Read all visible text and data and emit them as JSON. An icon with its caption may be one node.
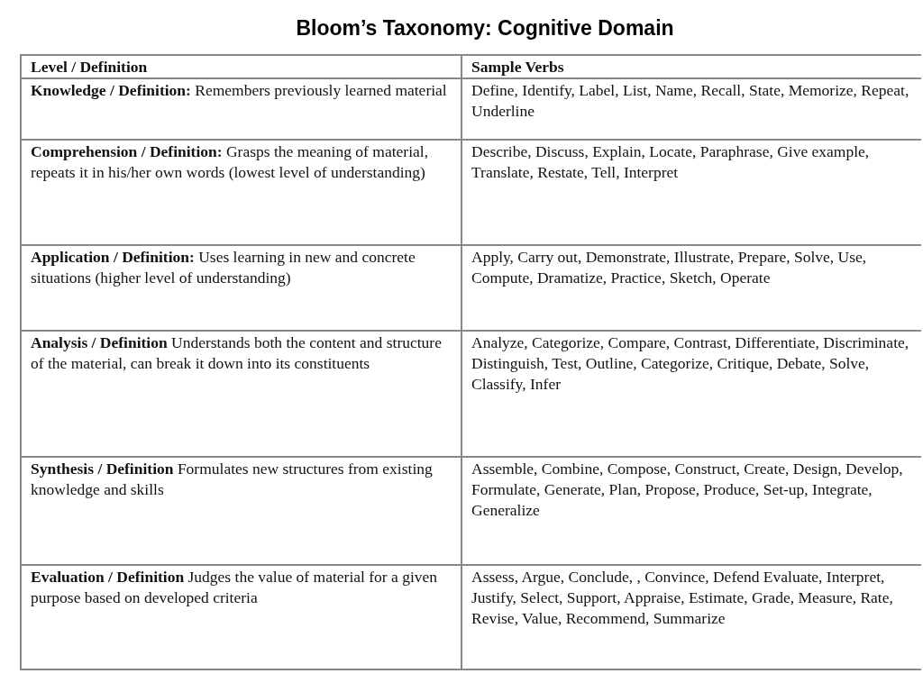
{
  "diagram": {
    "title": "Bloom’s Taxonomy: Cognitive Domain",
    "labels": [
      "Level / Definition",
      "Sample Verbs",
      "**Knowledge / Definition:** Remembers previously learned material",
      "Define, Identify, Label, List, Name, Recall, State, Memorize, Repeat, Underline",
      "**Comprehension / Definition:** Grasps the meaning of material, repeats it in his/her own words (lowest level of understanding)",
      "Describe, Discuss, Explain, Locate, Paraphrase, Give example, Translate, Restate, Tell, Interpret",
      "**Application / Definition:** Uses learning in new and concrete situations (higher level of understanding)",
      "Apply, Carry out, Demonstrate, Illustrate, Prepare, Solve, Use, Compute, Dramatize, Practice, Sketch, Operate",
      "**Analysis / Definition** Understands both the content and structure of the material, can break it down into its constituents",
      "Analyze, Categorize, Compare, Contrast, Differentiate, Discriminate, Distinguish, Test, Outline, Categorize, Critique, Debate, Solve, Classify, Infer",
      "**Synthesis  / Definition** Formulates new structures from existing knowledge and skills",
      "Assemble, Combine, Compose, Construct, Create, Design, Develop, Formulate, Generate, Plan, Propose, Produce, Set-up, Integrate, Generalize",
      "**Evaluation / Definition** Judges the value of material for a given purpose based on developed criteria",
      "Assess, Argue, Conclude, , Convince, Defend Evaluate, Interpret, Justify, Select, Support, Appraise, Estimate, Grade, Measure, Rate, Revise, Value, Recommend, Summarize"
    ]
  }
}
